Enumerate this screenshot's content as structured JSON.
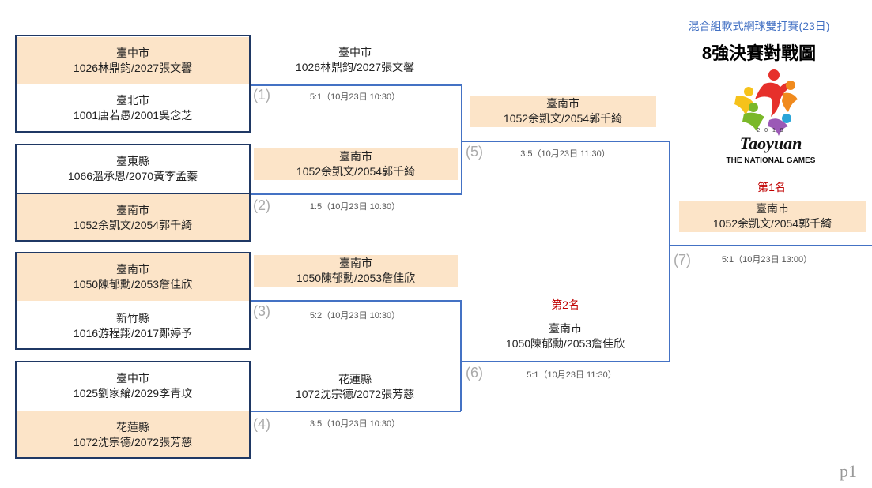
{
  "header": {
    "subtitle": "混合組軟式網球雙打賽(23日)",
    "title": "8強決賽對戰圖"
  },
  "logo": {
    "year": "2 0 1 9",
    "city": "Taoyuan",
    "games": "THE NATIONAL GAMES"
  },
  "first_round": [
    {
      "city": "臺中市",
      "players": "1026林鼎鈞/2027張文馨"
    },
    {
      "city": "臺北市",
      "players": "1001唐若愚/2001吳念芝"
    },
    {
      "city": "臺東縣",
      "players": "1066溫承恩/2070黃李孟蓁"
    },
    {
      "city": "臺南市",
      "players": "1052余凱文/2054郭千綺"
    },
    {
      "city": "臺南市",
      "players": "1050陳郁勳/2053詹佳欣"
    },
    {
      "city": "新竹縣",
      "players": "1016游程翔/2017鄭婷予"
    },
    {
      "city": "臺中市",
      "players": "1025劉家綸/2029李青玟"
    },
    {
      "city": "花蓮縣",
      "players": "1072沈宗德/2072張芳慈"
    }
  ],
  "matches": [
    {
      "num": "(1)",
      "score": "5:1（10月23日 10:30）",
      "winner_city": "臺中市",
      "winner_players": "1026林鼎鈞/2027張文馨"
    },
    {
      "num": "(2)",
      "score": "1:5（10月23日 10:30）",
      "winner_city": "臺南市",
      "winner_players": "1052余凱文/2054郭千綺"
    },
    {
      "num": "(3)",
      "score": "5:2（10月23日 10:30）",
      "winner_city": "臺南市",
      "winner_players": "1050陳郁勳/2053詹佳欣"
    },
    {
      "num": "(4)",
      "score": "3:5（10月23日 10:30）",
      "winner_city": "花蓮縣",
      "winner_players": "1072沈宗德/2072張芳慈"
    },
    {
      "num": "(5)",
      "score": "3:5（10月23日 11:30）",
      "winner_city": "臺南市",
      "winner_players": "1052余凱文/2054郭千綺"
    },
    {
      "num": "(6)",
      "score": "5:1（10月23日 11:30）",
      "winner_city": "臺南市",
      "winner_players": "1050陳郁勳/2053詹佳欣"
    },
    {
      "num": "(7)",
      "score": "5:1（10月23日 13:00）",
      "winner_city": "臺南市",
      "winner_players": "1052余凱文/2054郭千綺"
    }
  ],
  "ranks": {
    "first": "第1名",
    "second": "第2名"
  },
  "page_label": "p1",
  "colors": {
    "winner_fill": "#fce4c8",
    "line": "#4472c4",
    "border": "#1f3864",
    "rank": "#c00000"
  }
}
